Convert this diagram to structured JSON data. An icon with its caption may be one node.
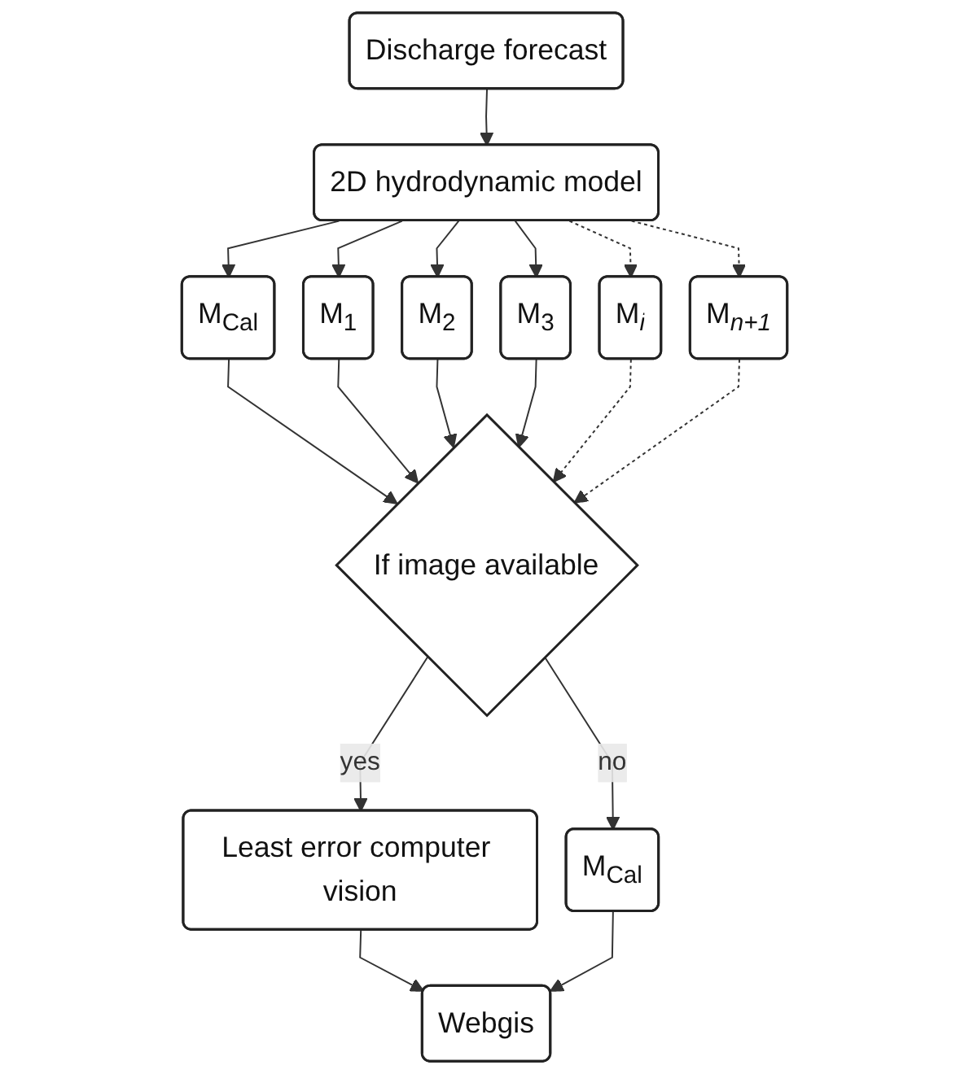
{
  "diagram": {
    "nodes": [
      {
        "text": [
          "Discharge forecast"
        ]
      },
      {
        "text": [
          "2D hydrodynamic model"
        ]
      },
      {
        "text": [
          "M$_{Cal}$"
        ]
      },
      {
        "text": [
          "M$_{1}$"
        ]
      },
      {
        "text": [
          "M$_{2}$"
        ]
      },
      {
        "text": [
          "M$_{3}$"
        ]
      },
      {
        "text": [
          "M$_{i}$"
        ]
      },
      {
        "text": [
          "M$_{n+1}$"
        ]
      },
      {
        "text": [
          "If image available"
        ]
      },
      {
        "text": [
          "M$_{Cal}$"
        ]
      },
      {
        "text": [
          "Least error computer vision"
        ]
      },
      {
        "text": [
          "Webgis"
        ]
      }
    ],
    "edges": [
      {
        "from": 0,
        "to": 1,
        "arrow": "to"
      },
      {
        "from": 1,
        "to": 2,
        "arrow": "to"
      },
      {
        "from": 1,
        "to": 3,
        "arrow": "to"
      },
      {
        "from": 1,
        "to": 4,
        "arrow": "to"
      },
      {
        "from": 1,
        "to": 5,
        "arrow": "to"
      },
      {
        "from": 1,
        "to": 6,
        "arrow": "to",
        "style": "dashed"
      },
      {
        "from": 1,
        "to": 7,
        "arrow": "to",
        "style": "dashed"
      },
      {
        "from": 2,
        "to": 8,
        "arrow": "to"
      },
      {
        "from": 3,
        "to": 8,
        "arrow": "to"
      },
      {
        "from": 4,
        "to": 8,
        "arrow": "to"
      },
      {
        "from": 5,
        "to": 8,
        "arrow": "to"
      },
      {
        "from": 6,
        "to": 8,
        "arrow": "to",
        "style": "dashed"
      },
      {
        "from": 7,
        "to": 8,
        "arrow": "to",
        "style": "dashed"
      },
      {
        "from": 8,
        "to": 9,
        "arrow": "to",
        "label": "no"
      },
      {
        "from": 8,
        "to": 10,
        "arrow": "to",
        "label": "yes"
      },
      {
        "from": 10,
        "to": 11,
        "arrow": "to"
      },
      {
        "from": 9,
        "to": 11,
        "arrow": "to"
      }
    ]
  }
}
